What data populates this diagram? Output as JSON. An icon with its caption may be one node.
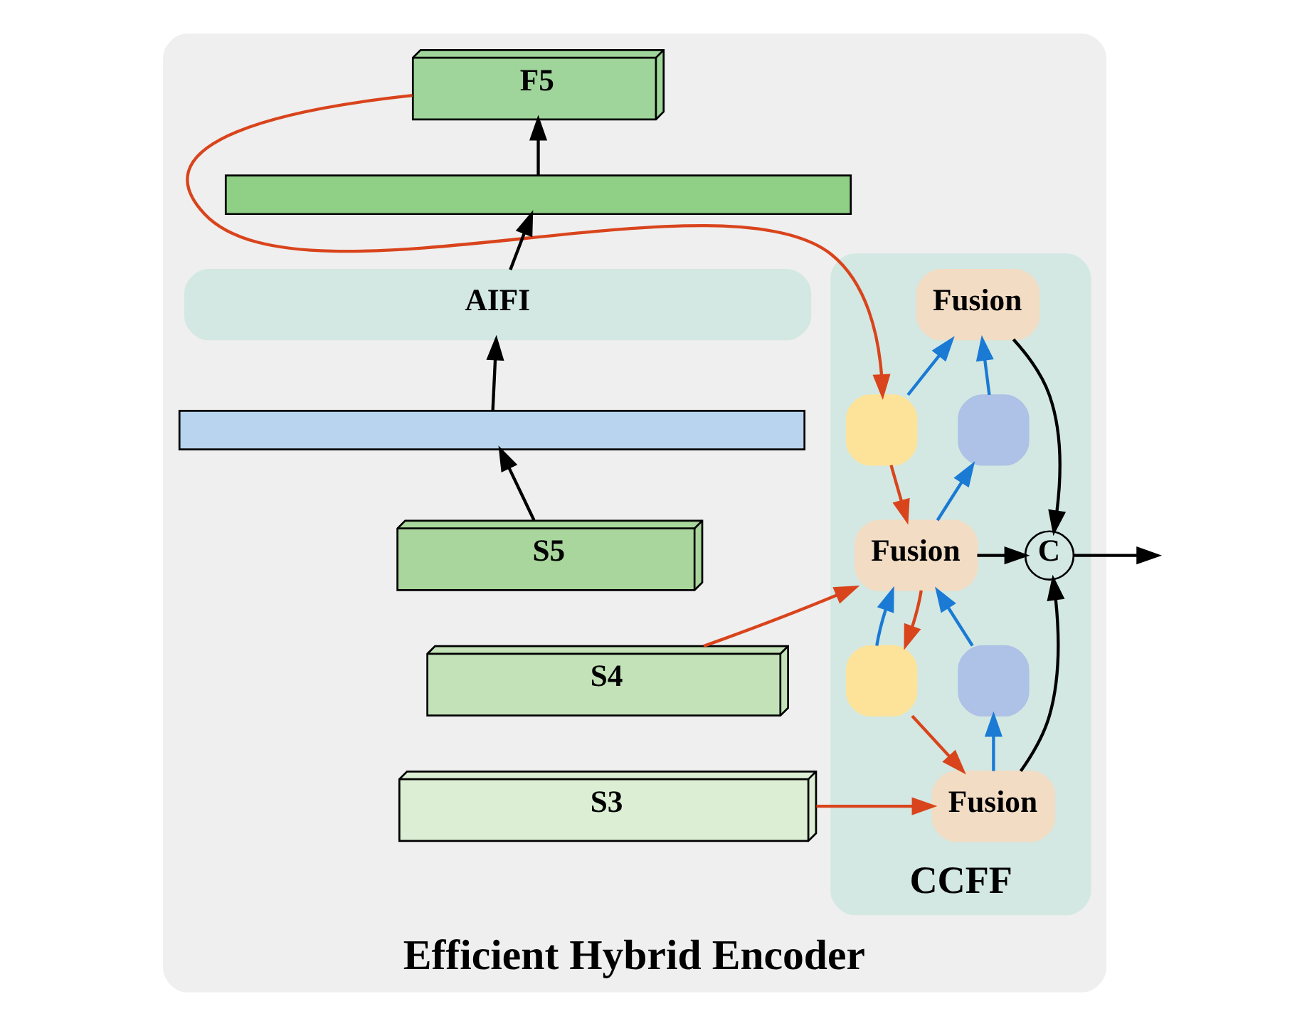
{
  "diagram": {
    "nodes": [
      {
        "text": [
          "Efficient Hybrid Encoder"
        ]
      },
      {
        "text": [
          "F5"
        ],
        "in": 0
      },
      {
        "text": [],
        "shape": "bar",
        "in": 0
      },
      {
        "text": [
          "AIFI"
        ],
        "in": 0
      },
      {
        "text": [],
        "shape": "bar",
        "in": 0
      },
      {
        "text": [
          "S5"
        ],
        "in": 0
      },
      {
        "text": [
          "S4"
        ],
        "in": 0
      },
      {
        "text": [
          "S3"
        ],
        "in": 0
      },
      {
        "text": [
          "CCFF"
        ],
        "in": 0
      },
      {
        "text": [
          "Fusion"
        ],
        "in": 8
      },
      {
        "text": [],
        "shape": "box",
        "in": 8
      },
      {
        "text": [],
        "shape": "box",
        "in": 8
      },
      {
        "text": [
          "Fusion"
        ],
        "in": 8
      },
      {
        "text": [],
        "shape": "box",
        "in": 8
      },
      {
        "text": [],
        "shape": "box",
        "in": 8
      },
      {
        "text": [
          "Fusion"
        ],
        "in": 8
      },
      {
        "text": [
          "C"
        ],
        "in": 8
      }
    ],
    "edges": [
      {
        "from": 5,
        "to": 4,
        "arrow": "to"
      },
      {
        "from": 4,
        "to": 3,
        "arrow": "to"
      },
      {
        "from": 3,
        "to": 2,
        "arrow": "to"
      },
      {
        "from": 2,
        "to": 1,
        "arrow": "to"
      },
      {
        "from": 1,
        "to": 10,
        "arrow": "to",
        "color": "#d9441c"
      },
      {
        "from": 10,
        "to": 12,
        "arrow": "to",
        "color": "#d9441c"
      },
      {
        "from": 6,
        "to": 12,
        "arrow": "to",
        "color": "#d9441c"
      },
      {
        "from": 12,
        "to": 13,
        "arrow": "to",
        "color": "#d9441c"
      },
      {
        "from": 13,
        "to": 15,
        "arrow": "to",
        "color": "#d9441c"
      },
      {
        "from": 7,
        "to": 15,
        "arrow": "to",
        "color": "#d9441c"
      },
      {
        "from": 15,
        "to": 14,
        "arrow": "to",
        "color": "#1a7ad4"
      },
      {
        "from": 14,
        "to": 12,
        "arrow": "to",
        "color": "#1a7ad4"
      },
      {
        "from": 13,
        "to": 12,
        "arrow": "to",
        "color": "#1a7ad4"
      },
      {
        "from": 12,
        "to": 11,
        "arrow": "to",
        "color": "#1a7ad4"
      },
      {
        "from": 11,
        "to": 9,
        "arrow": "to",
        "color": "#1a7ad4"
      },
      {
        "from": 10,
        "to": 9,
        "arrow": "to",
        "color": "#1a7ad4"
      },
      {
        "from": 9,
        "to": 16,
        "arrow": "to"
      },
      {
        "from": 12,
        "to": 16,
        "arrow": "to"
      },
      {
        "from": 15,
        "to": 16,
        "arrow": "to"
      },
      {
        "from": 16,
        "to": null,
        "arrow": "to"
      }
    ]
  }
}
